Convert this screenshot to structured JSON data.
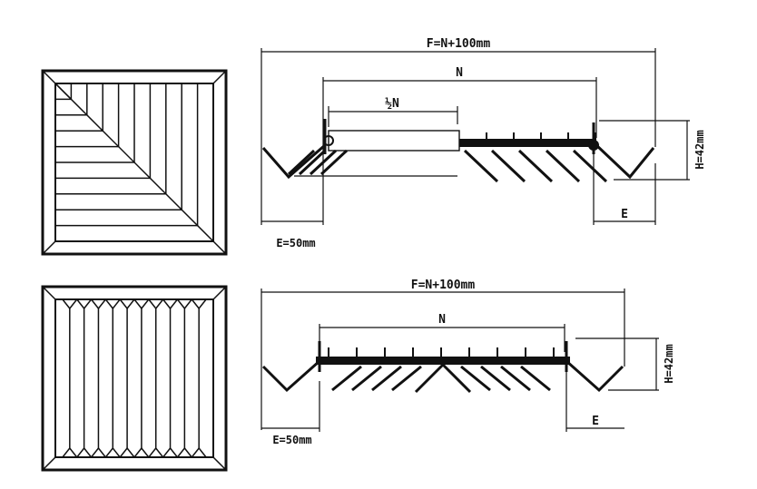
{
  "colors": {
    "ink": "#111111",
    "background": "#ffffff"
  },
  "top_section": {
    "overall_width_label": "F=N+100mm",
    "neck_label": "N",
    "half_neck_label": "½N",
    "height_label": "H=42mm",
    "flange_label": "E",
    "flange_width_label": "E=50mm"
  },
  "bottom_section": {
    "overall_width_label": "F=N+100mm",
    "neck_label": "N",
    "height_label": "H=42mm",
    "flange_label": "E",
    "flange_width_label": "E=50mm"
  }
}
